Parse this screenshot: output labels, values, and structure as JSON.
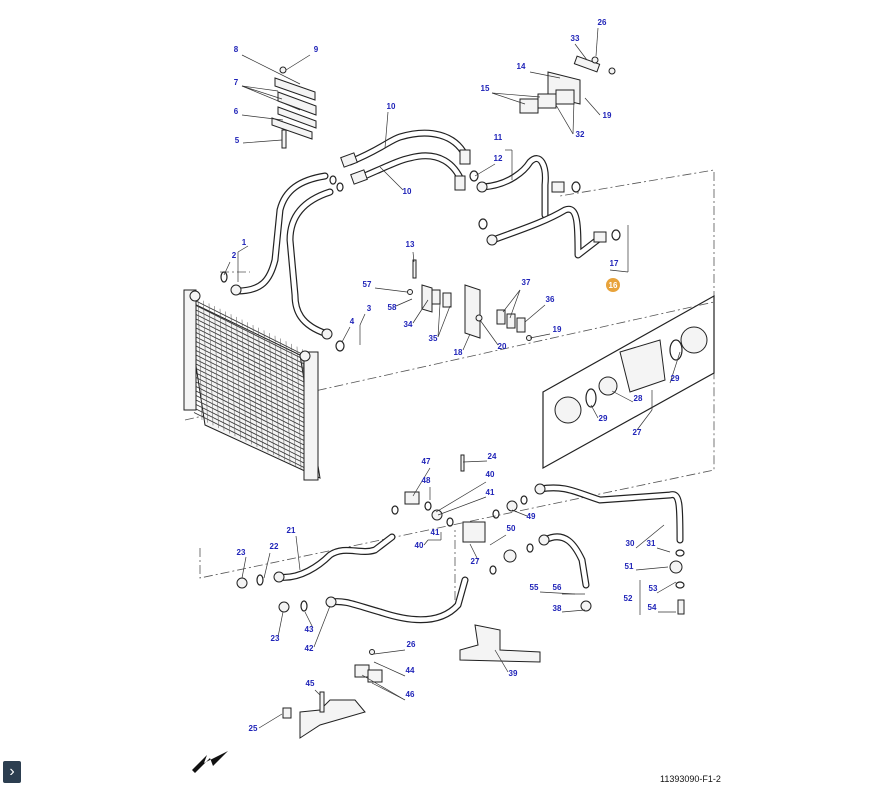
{
  "diagram": {
    "reference_code": "11393090-F1-2",
    "highlight_color": "#e8a33b",
    "callout_color": "#1f23b8",
    "callouts": [
      {
        "id": "c26a",
        "label": "26",
        "hl": false
      },
      {
        "id": "c33",
        "label": "33",
        "hl": false
      },
      {
        "id": "c14",
        "label": "14",
        "hl": false
      },
      {
        "id": "c15",
        "label": "15",
        "hl": false
      },
      {
        "id": "c19a",
        "label": "19",
        "hl": false
      },
      {
        "id": "c32",
        "label": "32",
        "hl": false
      },
      {
        "id": "c8",
        "label": "8",
        "hl": false
      },
      {
        "id": "c9",
        "label": "9",
        "hl": false
      },
      {
        "id": "c7",
        "label": "7",
        "hl": false
      },
      {
        "id": "c6",
        "label": "6",
        "hl": false
      },
      {
        "id": "c5",
        "label": "5",
        "hl": false
      },
      {
        "id": "c10a",
        "label": "10",
        "hl": false
      },
      {
        "id": "c10b",
        "label": "10",
        "hl": false
      },
      {
        "id": "c11",
        "label": "11",
        "hl": false
      },
      {
        "id": "c12",
        "label": "12",
        "hl": false
      },
      {
        "id": "c1",
        "label": "1",
        "hl": false
      },
      {
        "id": "c2",
        "label": "2",
        "hl": false
      },
      {
        "id": "c13",
        "label": "13",
        "hl": false
      },
      {
        "id": "c17",
        "label": "17",
        "hl": false
      },
      {
        "id": "c16",
        "label": "16",
        "hl": true
      },
      {
        "id": "c57",
        "label": "57",
        "hl": false
      },
      {
        "id": "c58",
        "label": "58",
        "hl": false
      },
      {
        "id": "c37",
        "label": "37",
        "hl": false
      },
      {
        "id": "c36",
        "label": "36",
        "hl": false
      },
      {
        "id": "c3",
        "label": "3",
        "hl": false
      },
      {
        "id": "c4",
        "label": "4",
        "hl": false
      },
      {
        "id": "c34",
        "label": "34",
        "hl": false
      },
      {
        "id": "c35",
        "label": "35",
        "hl": false
      },
      {
        "id": "c18",
        "label": "18",
        "hl": false
      },
      {
        "id": "c20",
        "label": "20",
        "hl": false
      },
      {
        "id": "c19b",
        "label": "19",
        "hl": false
      },
      {
        "id": "c29a",
        "label": "29",
        "hl": false
      },
      {
        "id": "c28",
        "label": "28",
        "hl": false
      },
      {
        "id": "c29b",
        "label": "29",
        "hl": false
      },
      {
        "id": "c27a",
        "label": "27",
        "hl": false
      },
      {
        "id": "c24",
        "label": "24",
        "hl": false
      },
      {
        "id": "c47",
        "label": "47",
        "hl": false
      },
      {
        "id": "c40a",
        "label": "40",
        "hl": false
      },
      {
        "id": "c48",
        "label": "48",
        "hl": false
      },
      {
        "id": "c41a",
        "label": "41",
        "hl": false
      },
      {
        "id": "c49",
        "label": "49",
        "hl": false
      },
      {
        "id": "c41b",
        "label": "41",
        "hl": false
      },
      {
        "id": "c40b",
        "label": "40",
        "hl": false
      },
      {
        "id": "c50",
        "label": "50",
        "hl": false
      },
      {
        "id": "c21",
        "label": "21",
        "hl": false
      },
      {
        "id": "c23a",
        "label": "23",
        "hl": false
      },
      {
        "id": "c22",
        "label": "22",
        "hl": false
      },
      {
        "id": "c27b",
        "label": "27",
        "hl": false
      },
      {
        "id": "c30",
        "label": "30",
        "hl": false
      },
      {
        "id": "c31",
        "label": "31",
        "hl": false
      },
      {
        "id": "c51",
        "label": "51",
        "hl": false
      },
      {
        "id": "c55",
        "label": "55",
        "hl": false
      },
      {
        "id": "c56",
        "label": "56",
        "hl": false
      },
      {
        "id": "c53",
        "label": "53",
        "hl": false
      },
      {
        "id": "c38",
        "label": "38",
        "hl": false
      },
      {
        "id": "c52",
        "label": "52",
        "hl": false
      },
      {
        "id": "c54",
        "label": "54",
        "hl": false
      },
      {
        "id": "c23b",
        "label": "23",
        "hl": false
      },
      {
        "id": "c43",
        "label": "43",
        "hl": false
      },
      {
        "id": "c42",
        "label": "42",
        "hl": false
      },
      {
        "id": "c26b",
        "label": "26",
        "hl": false
      },
      {
        "id": "c44",
        "label": "44",
        "hl": false
      },
      {
        "id": "c39",
        "label": "39",
        "hl": false
      },
      {
        "id": "c45",
        "label": "45",
        "hl": false
      },
      {
        "id": "c46",
        "label": "46",
        "hl": false
      },
      {
        "id": "c25",
        "label": "25",
        "hl": false
      }
    ]
  },
  "controls": {
    "expand_icon": "chevron-right-icon",
    "expand_glyph": "›"
  }
}
